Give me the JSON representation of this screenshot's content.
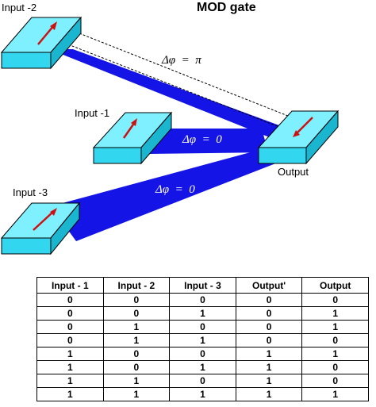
{
  "title": "MOD gate",
  "labels": {
    "input1": "Input -1",
    "input2": "Input -2",
    "input3": "Input -3",
    "output": "Output"
  },
  "phases": {
    "input2_to_output": "Δφ  =  π",
    "input1_to_output": "Δφ  =  0",
    "input3_to_output": "Δφ  =  0"
  },
  "colors": {
    "block_top": "#7ff0ff",
    "block_front": "#33d6ef",
    "block_side": "#1ab6d0",
    "waveguide": "#1414e6",
    "arrow": "#cc1111"
  },
  "table": {
    "headers": [
      "Input - 1",
      "Input - 2",
      "Input - 3",
      "Output'",
      "Output"
    ],
    "rows": [
      [
        "0",
        "0",
        "0",
        "0",
        "0"
      ],
      [
        "0",
        "0",
        "1",
        "0",
        "1"
      ],
      [
        "0",
        "1",
        "0",
        "0",
        "1"
      ],
      [
        "0",
        "1",
        "1",
        "0",
        "0"
      ],
      [
        "1",
        "0",
        "0",
        "1",
        "1"
      ],
      [
        "1",
        "0",
        "1",
        "1",
        "0"
      ],
      [
        "1",
        "1",
        "0",
        "1",
        "0"
      ],
      [
        "1",
        "1",
        "1",
        "1",
        "1"
      ]
    ]
  }
}
